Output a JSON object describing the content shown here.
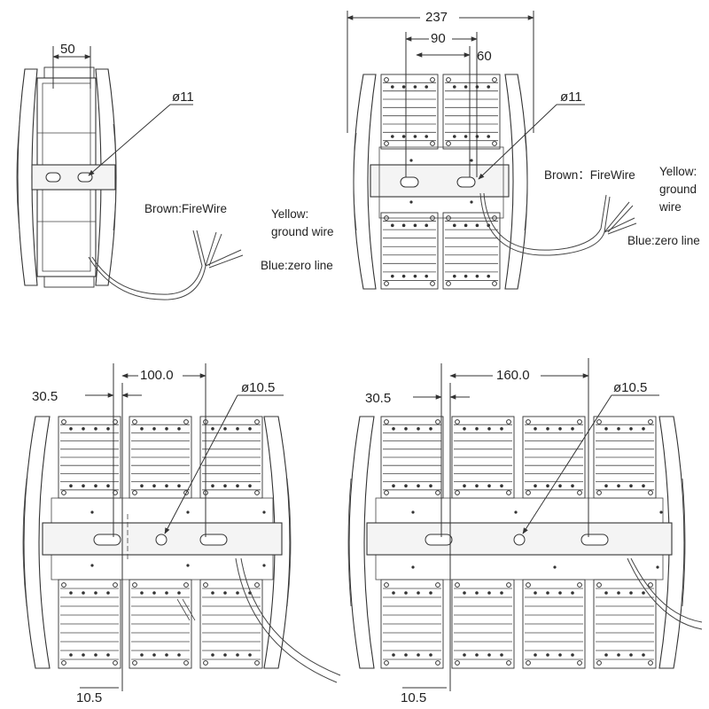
{
  "views": {
    "top_left": {
      "dim_width": "50",
      "dim_hole": "ø11",
      "wire_brown": "Brown:FireWire",
      "wire_yellow": "Yellow:\nground wire",
      "wire_blue": "Blue:zero line"
    },
    "top_right": {
      "dim_total": "237",
      "dim_90": "90",
      "dim_60": "60",
      "dim_hole": "ø11",
      "wire_brown": "Brown：FireWire",
      "wire_yellow": "Yellow:\nground\nwire",
      "wire_blue": "Blue:zero line"
    },
    "bottom_left": {
      "dim_offset": "30.5",
      "dim_spacing": "100.0",
      "dim_hole": "ø10.5",
      "dim_bottom": "10.5"
    },
    "bottom_right": {
      "dim_offset": "30.5",
      "dim_spacing": "160.0",
      "dim_hole": "ø10.5",
      "dim_bottom": "10.5"
    }
  }
}
